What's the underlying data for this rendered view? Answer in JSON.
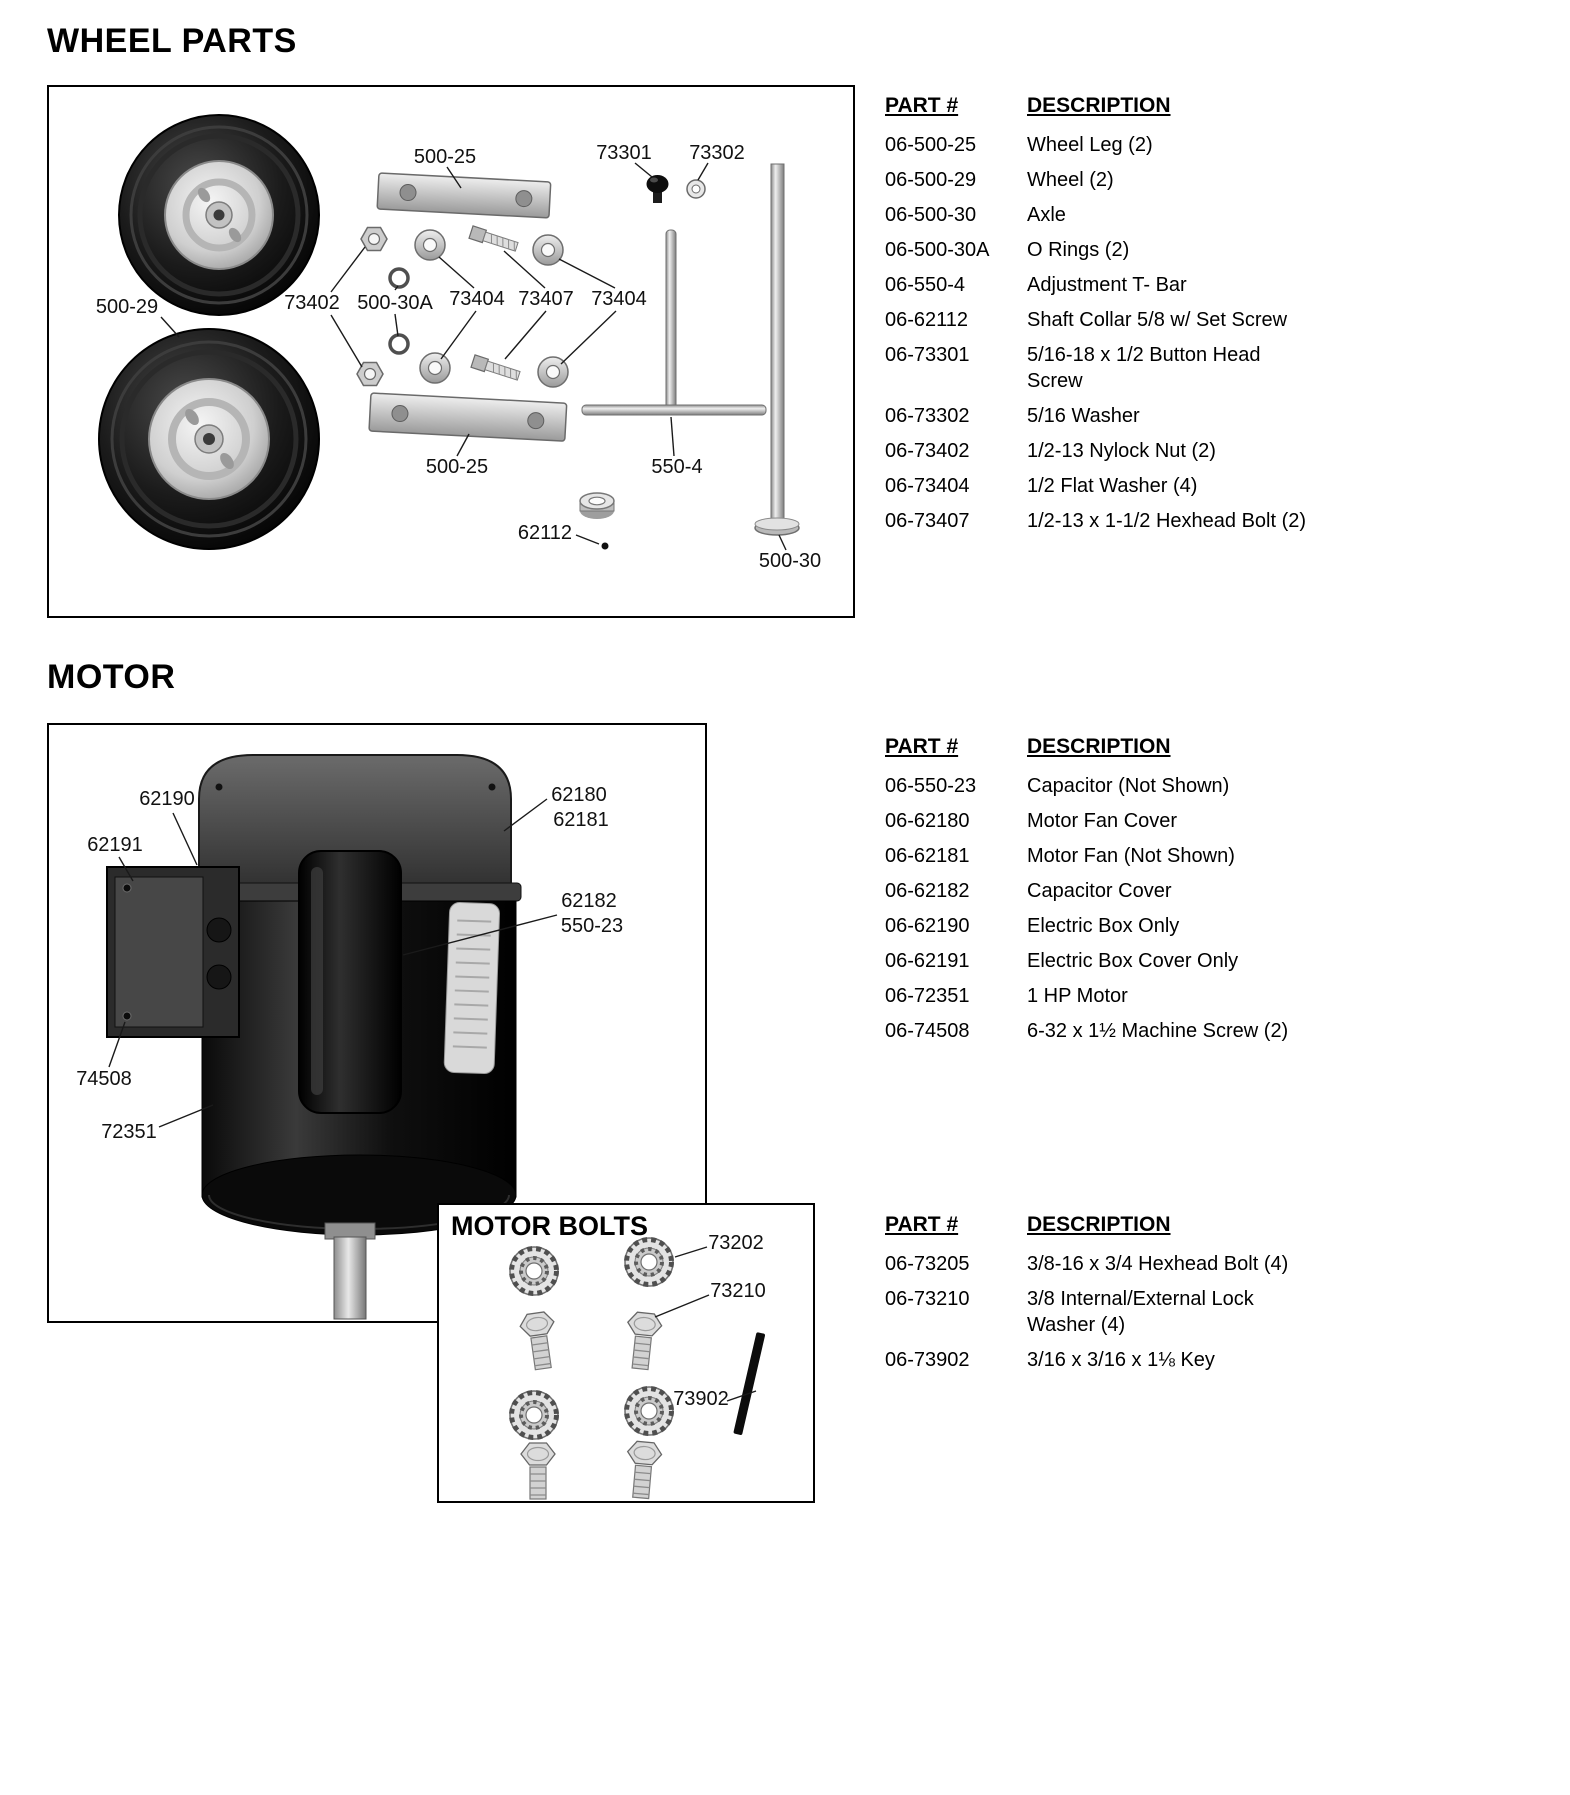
{
  "titles": {
    "wheel": "WHEEL PARTS",
    "motor": "MOTOR",
    "motor_bolts": "MOTOR BOLTS"
  },
  "table_headers": {
    "part": "PART #",
    "description": "DESCRIPTION"
  },
  "wheel_table": {
    "rows": [
      {
        "part": "06-500-25",
        "desc": "Wheel Leg (2)"
      },
      {
        "part": "06-500-29",
        "desc": "Wheel (2)"
      },
      {
        "part": "06-500-30",
        "desc": "Axle"
      },
      {
        "part": "06-500-30A",
        "desc": "O Rings (2)"
      },
      {
        "part": "06-550-4",
        "desc": "Adjustment T- Bar"
      },
      {
        "part": "06-62112",
        "desc": "Shaft Collar 5/8 w/ Set Screw"
      },
      {
        "part": "06-73301",
        "desc": "5/16-18 x 1/2 Button Head\nScrew"
      },
      {
        "part": "06-73302",
        "desc": "5/16 Washer"
      },
      {
        "part": "06-73402",
        "desc": "1/2-13 Nylock Nut (2)"
      },
      {
        "part": "06-73404",
        "desc": "1/2 Flat Washer (4)"
      },
      {
        "part": "06-73407",
        "desc": "1/2-13 x 1-1/2 Hexhead Bolt (2)"
      }
    ]
  },
  "motor_table": {
    "rows": [
      {
        "part": "06-550-23",
        "desc": "Capacitor (Not Shown)"
      },
      {
        "part": "06-62180",
        "desc": "Motor Fan Cover"
      },
      {
        "part": "06-62181",
        "desc": "Motor Fan (Not Shown)"
      },
      {
        "part": "06-62182",
        "desc": "Capacitor Cover"
      },
      {
        "part": "06-62190",
        "desc": "Electric Box Only"
      },
      {
        "part": "06-62191",
        "desc": "Electric Box Cover Only"
      },
      {
        "part": "06-72351",
        "desc": "1 HP Motor"
      },
      {
        "part": "06-74508",
        "desc": "6-32 x 1½ Machine Screw (2)"
      }
    ]
  },
  "motor_bolts_table": {
    "rows": [
      {
        "part": "06-73205",
        "desc": "3/8-16 x 3/4 Hexhead Bolt (4)"
      },
      {
        "part": "06-73210",
        "desc": "3/8 Internal/External Lock\nWasher (4)"
      },
      {
        "part": "06-73902",
        "desc": "3/16 x 3/16 x 1⅛ Key"
      }
    ]
  },
  "wheel_callouts": {
    "c500_25_top": "500-25",
    "c73301": "73301",
    "c73302": "73302",
    "c500_29": "500-29",
    "c73402": "73402",
    "c500_30A": "500-30A",
    "c73404_left": "73404",
    "c73407": "73407",
    "c73404_right": "73404",
    "c500_25_bottom": "500-25",
    "c550_4": "550-4",
    "c62112": "62112",
    "c500_30": "500-30"
  },
  "motor_callouts": {
    "c62190": "62190",
    "c62191": "62191",
    "c62180": "62180",
    "c62181": "62181",
    "c62182": "62182",
    "c550_23": "550-23",
    "c74508": "74508",
    "c72351": "72351"
  },
  "motor_bolts_callouts": {
    "c73202": "73202",
    "c73210": "73210",
    "c73902": "73902"
  }
}
